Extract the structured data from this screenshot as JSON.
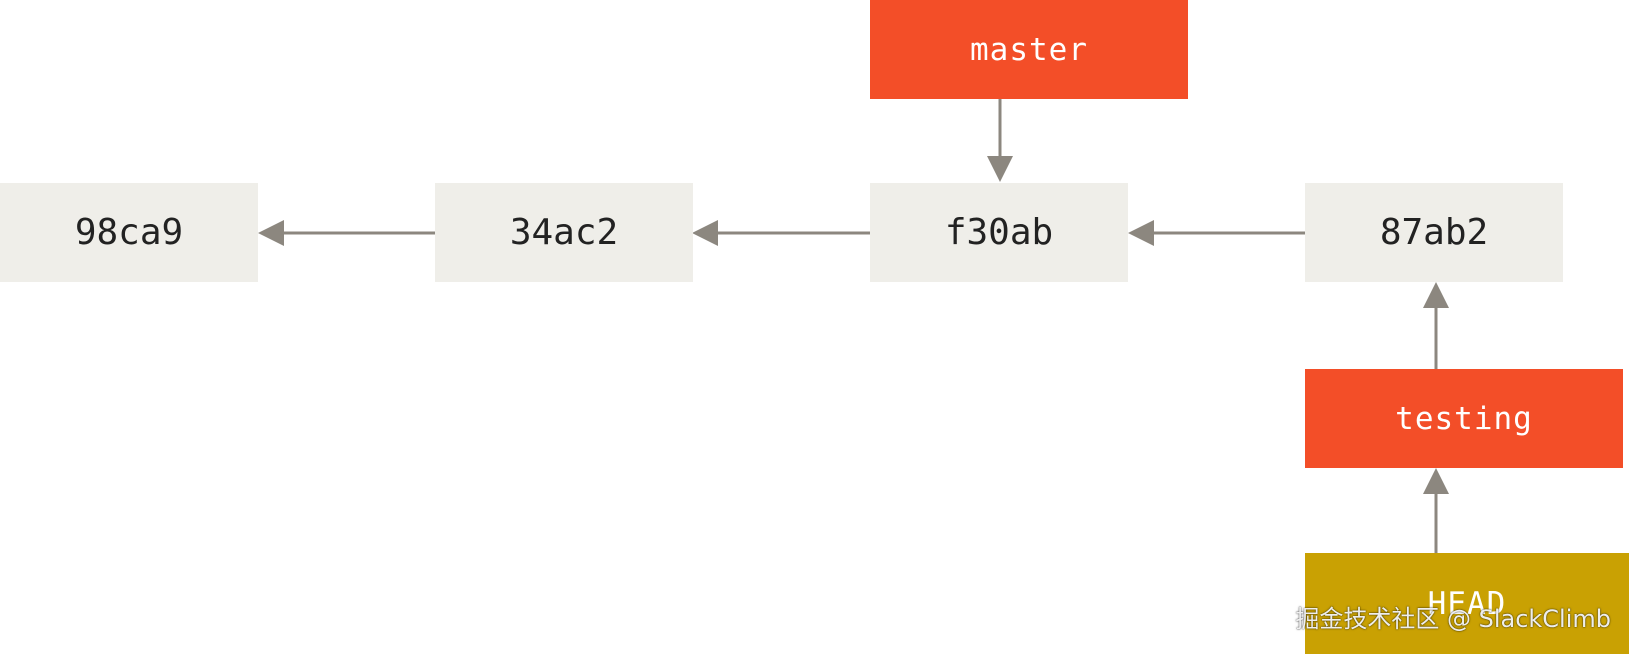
{
  "commits": [
    {
      "id": "98ca9"
    },
    {
      "id": "34ac2"
    },
    {
      "id": "f30ab"
    },
    {
      "id": "87ab2"
    }
  ],
  "branches": {
    "master": "master",
    "testing": "testing"
  },
  "head": "HEAD",
  "watermark": "掘金技术社区 @ SlackClimb",
  "colors": {
    "commit_fill": "#efeee9",
    "branch_fill": "#f34e28",
    "head_fill": "#c9a103",
    "arrow": "#8c877f"
  }
}
